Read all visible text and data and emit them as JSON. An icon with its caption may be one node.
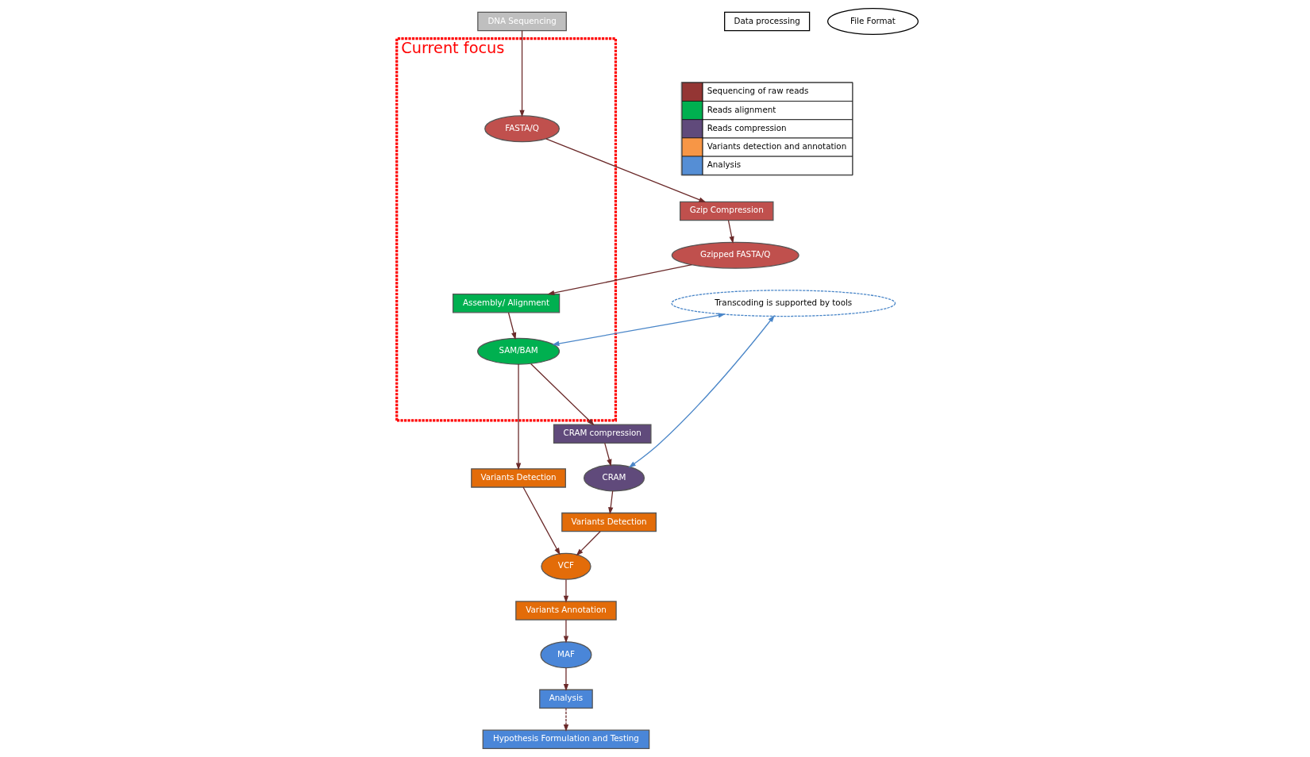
{
  "diagram": {
    "nodes": [
      {
        "text": [
          "DNA Sequencing"
        ]
      },
      {
        "text": [
          "Current focus"
        ]
      },
      {
        "text": [
          "FASTA/Q"
        ],
        "in": 1
      },
      {
        "text": [
          "Assembly/ Alignment"
        ],
        "in": 1
      },
      {
        "text": [
          "SAM/BAM"
        ],
        "in": 1
      },
      {
        "text": [
          "Transcoding is supported by tools"
        ]
      },
      {
        "text": [
          "CRAM compression"
        ]
      },
      {
        "text": [
          "CRAM"
        ]
      },
      {
        "text": [
          "Gzip Compression"
        ]
      },
      {
        "text": [
          "Gzipped FASTA/Q"
        ]
      },
      {
        "text": [
          "Variants Detection"
        ]
      },
      {
        "text": [
          "Variants Detection"
        ]
      },
      {
        "text": [
          "VCF"
        ]
      },
      {
        "text": [
          "Variants Annotation"
        ]
      },
      {
        "text": [
          "MAF"
        ]
      },
      {
        "text": [
          "Analysis"
        ]
      },
      {
        "text": [
          "Hypothesis Formulation and Testing"
        ]
      },
      {
        "text": [
          "Data processing"
        ]
      },
      {
        "text": [
          "File Format"
        ]
      }
    ],
    "edges": [
      {
        "from": 0,
        "to": 2,
        "arrow": "to"
      },
      {
        "from": 2,
        "to": 8,
        "arrow": "to"
      },
      {
        "from": 8,
        "to": 9,
        "arrow": "to"
      },
      {
        "from": 9,
        "to": 3,
        "arrow": "to"
      },
      {
        "from": 3,
        "to": 4,
        "arrow": "to"
      },
      {
        "from": 4,
        "to": 6,
        "arrow": "to"
      },
      {
        "from": 6,
        "to": 7,
        "arrow": "to"
      },
      {
        "from": 4,
        "to": 10,
        "arrow": "to"
      },
      {
        "from": 7,
        "to": 11,
        "arrow": "to"
      },
      {
        "from": 10,
        "to": 12,
        "arrow": "to"
      },
      {
        "from": 11,
        "to": 12,
        "arrow": "to"
      },
      {
        "from": 12,
        "to": 13,
        "arrow": "to"
      },
      {
        "from": 13,
        "to": 14,
        "arrow": "to"
      },
      {
        "from": 14,
        "to": 15,
        "arrow": "to"
      },
      {
        "from": 15,
        "to": 16,
        "arrow": "to",
        "style": "dashed"
      },
      {
        "from": 5,
        "to": 4,
        "arrow": "both",
        "color": "#4a86c8"
      },
      {
        "from": 5,
        "to": 7,
        "arrow": "both",
        "color": "#4a86c8"
      }
    ],
    "legend": [
      {
        "text": "Sequencing of raw reads",
        "color": "#943634"
      },
      {
        "text": "Reads alignment",
        "color": "#00b050"
      },
      {
        "text": "Reads compression",
        "color": "#604a7b"
      },
      {
        "text": "Variants detection and annotation",
        "color": "#f79646"
      },
      {
        "text": "Analysis",
        "color": "#558ed5"
      }
    ]
  }
}
